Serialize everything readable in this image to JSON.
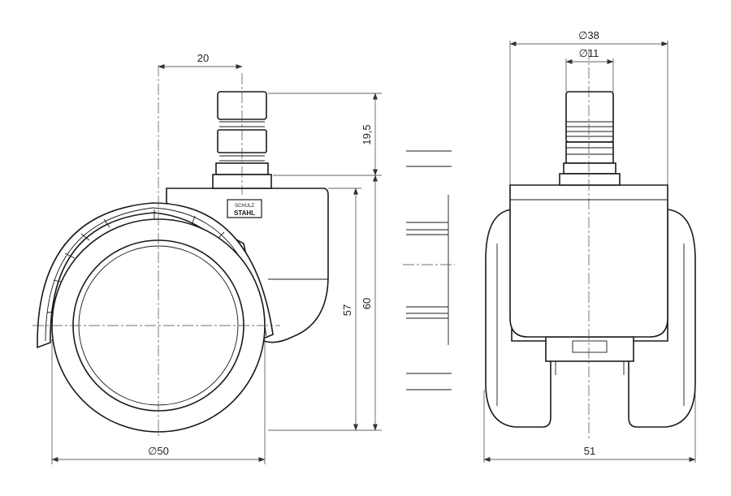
{
  "dimensions": {
    "stem_offset": "20",
    "stem_height": "19,5",
    "body_height_57": "57",
    "total_height_60": "60",
    "wheel_diameter": "∅50",
    "housing_diameter": "∅38",
    "stem_diameter": "∅11",
    "total_width": "51"
  },
  "logo": {
    "line1": "SCHULZ",
    "line2": "STAHL"
  },
  "colors": {
    "stroke": "#1a1a1a",
    "background": "#ffffff"
  }
}
